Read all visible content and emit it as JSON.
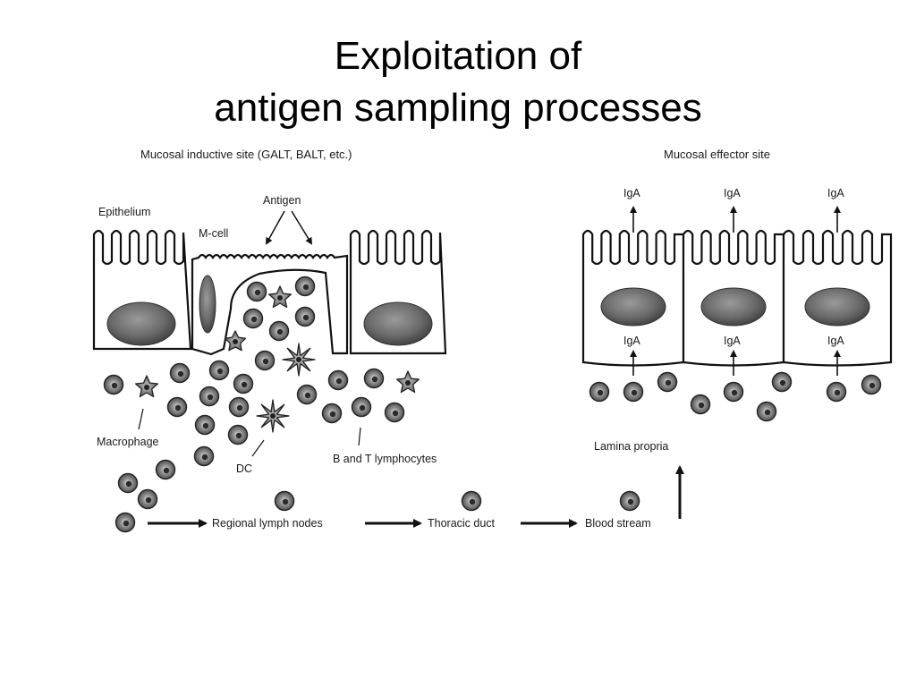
{
  "title": {
    "line1": "Exploitation of",
    "line2": "antigen sampling processes"
  },
  "labels": {
    "inductive_site": "Mucosal inductive site (GALT, BALT, etc.)",
    "effector_site": "Mucosal effector site",
    "epithelium": "Epithelium",
    "antigen": "Antigen",
    "m_cell": "M-cell",
    "macrophage": "Macrophage",
    "dc": "DC",
    "lymphocytes": "B and T lymphocytes",
    "lamina_propria": "Lamina propria",
    "iga": "IgA"
  },
  "pathway": {
    "steps": [
      "Regional lymph nodes",
      "Thoracic duct",
      "Blood stream"
    ]
  },
  "colors": {
    "outline": "#111111",
    "nucleus": "#6f6f6f",
    "cell_fill": "#ffffff"
  }
}
